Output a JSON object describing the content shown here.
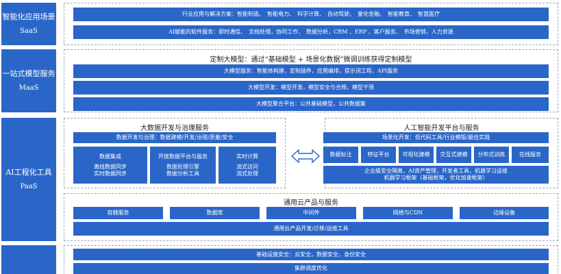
{
  "saas": {
    "label": "智能化应用场景",
    "sub": "SaaS",
    "rows": [
      "行业应用与解决方案：智能制造、　智能电力、　科学计算、　自动驾驶、　量化金融、　智能教育、　智慧医疗",
      "AI赋能的软件服务：即时通信、　文档处理，协同工作、　数据分析，CRM 、ERP 、客户服务、　市场营销，人力资源"
    ]
  },
  "maas": {
    "label": "一站式模型服务",
    "sub": "MaaS",
    "title": "定制大模型：通过“基础模型 + 场景化数据”微调训练获得定制模型",
    "rows": [
      "大模型服务：智能体构建，定制插件，应用编排，提示词工程，API服务",
      "大模型开发：模型开发，模型安全与合规，模型干预",
      "大模型聚合平台：公共基础模型，公共数据集"
    ]
  },
  "paas": {
    "label": "AI工程化工具",
    "sub": "PaaS",
    "bigdata": {
      "title": "大数据开发与治理服务",
      "top": "数据开发与治理：数据建模/开发/治理/质量/安全",
      "cells": [
        {
          "title": "数据集成",
          "lines": [
            "离线数据同步",
            "实时数据同步"
          ]
        },
        {
          "title": "开放数据平台与服务",
          "lines": [
            "数据处理引擎",
            "数据分析工具"
          ]
        },
        {
          "title": "实时计算",
          "lines": [
            "流式访问",
            "流式处理"
          ]
        }
      ]
    },
    "ai": {
      "title": "人工智能开发平台与服务",
      "top": "场景化开发：低代码工具/行业模版/最佳实践",
      "cells": [
        "数据标注",
        "特征平台",
        "可视化建模",
        "交互式建模",
        "分布式训练",
        "在线服务"
      ],
      "bottom": [
        "企业级安全隔离，AI资产管理，开发者工具，机器学习运维",
        "机器学习框架（基础框架，优化加速框架）"
      ]
    },
    "cloud": {
      "title": "通用云产品与服务",
      "cells": [
        "容器服务",
        "数据库",
        "中间件",
        "网络与CDN",
        "边缘设备"
      ],
      "bottom": "通用云产品开发/迁移/运维工具"
    }
  },
  "iaas": {
    "rows": [
      "基础设施安全：云安全，数据安全，身份安全",
      "集群调度优化"
    ]
  },
  "colors": {
    "blue": "#2a66c8",
    "dash": "#9aa7ba"
  }
}
